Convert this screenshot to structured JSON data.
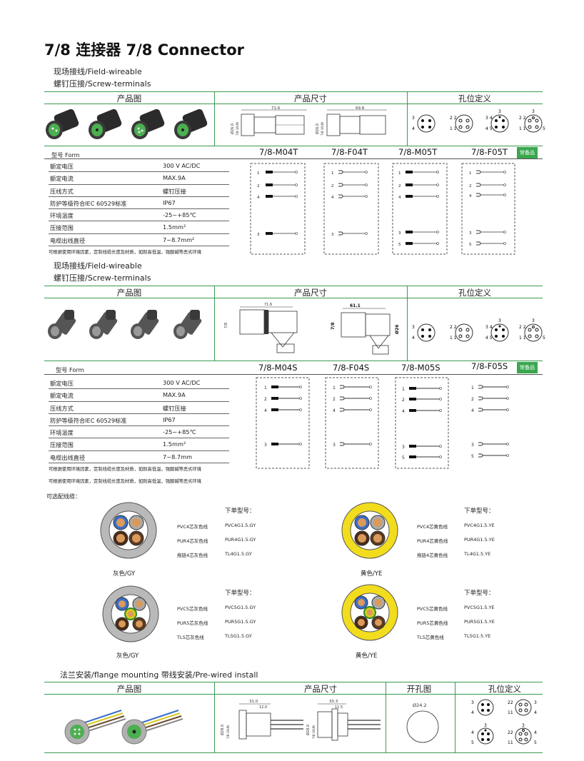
{
  "title": "7/8 连接器 7/8 Connector",
  "sections": {
    "s1": {
      "sub1": "现场接线/Field-wireable",
      "sub2": "螺钉压接/Screw-terminals",
      "hdr_product": "产品图",
      "hdr_size": "产品尺寸",
      "hdr_pins": "孔位定义",
      "dims": {
        "d1": "71.6",
        "d2": "69.8",
        "dia1": "Ø26.0",
        "dia2": "Ø26.0",
        "thread": "7/8-16UN"
      },
      "form_label": "型号  Form",
      "models": [
        "7/8-M04T",
        "7/8-F04T",
        "7/8-M05T",
        "7/8-F05T"
      ],
      "badge": "常备品"
    },
    "s2": {
      "sub1": "现场接线/Field-wireable",
      "sub2": "螺钉压接/Screw-terminals",
      "hdr_product": "产品图",
      "hdr_size": "产品尺寸",
      "hdr_pins": "孔位定义",
      "dims": {
        "d1": "71.6",
        "d2": "61.1",
        "thread": "7/8",
        "thread2": "7/8",
        "dia": "Ø26"
      },
      "form_label": "型号  Form",
      "models": [
        "7/8-M04S",
        "7/8-F04S",
        "7/8-M05S",
        "7/8-F05S"
      ],
      "badge": "常备品"
    }
  },
  "specs1": [
    {
      "k": "额定电压",
      "v": "300 V AC/DC"
    },
    {
      "k": "额定电流",
      "v": "MAX.9A"
    },
    {
      "k": "压线方式",
      "v": "螺钉压接"
    },
    {
      "k": "防护等级符合IEC 60529标准",
      "v": "IP67"
    },
    {
      "k": "环境温度",
      "v": "-25~+85℃"
    },
    {
      "k": "压接范围",
      "v": "1.5mm²"
    },
    {
      "k": "电缆出线直径",
      "v": "7~8.7mm²"
    }
  ],
  "specs2": [
    {
      "k": "额定电压",
      "v": "300 V AC/DC"
    },
    {
      "k": "额定电流",
      "v": "MAX.9A"
    },
    {
      "k": "压线方式",
      "v": "螺钉压接"
    },
    {
      "k": "防护等级符合IEC 60529标准",
      "v": "IP67"
    },
    {
      "k": "环境温度",
      "v": "-25~+85℃"
    },
    {
      "k": "压接范围",
      "v": "1.5mm²"
    },
    {
      "k": "电缆出线直径",
      "v": "7~8.7mm"
    }
  ],
  "note": "可根据使用环境因素，定制线缆长度及材质，如耐高低温，强酸碱等恶劣环境",
  "cables": {
    "title": "可选配线缆：",
    "order": "下单型号：",
    "gy4": {
      "rows": [
        [
          "PVC4芯灰色线",
          "PVC4G1.5.GY"
        ],
        [
          "PUR4芯灰色线",
          "PUR4G1.5.GY"
        ],
        [
          "拖链4芯灰色线",
          "TL4G1.5.GY"
        ]
      ],
      "cap": "灰色/GY"
    },
    "ye4": {
      "rows": [
        [
          "PVC4芯黄色线",
          "PVC4G1.5.YE"
        ],
        [
          "PUR4芯黄色线",
          "PUR4G1.5.YE"
        ],
        [
          "拖链4芯黄色线",
          "TL4G1.5.YE"
        ]
      ],
      "cap": "黄色/YE"
    },
    "gy5": {
      "rows": [
        [
          "PVC5芯灰色线",
          "PVC5G1.5.GY"
        ],
        [
          "PUR5芯灰色线",
          "PUR5G1.5.GY"
        ],
        [
          "TL5芯灰色线",
          "TL5G1.5.GY"
        ]
      ],
      "cap": "灰色/GY"
    },
    "ye5": {
      "rows": [
        [
          "PVC5芯黄色线",
          "PVC5G1.5.YE"
        ],
        [
          "PUR5芯黄色线",
          "PUR5G1.5.YE"
        ],
        [
          "TL5芯黄色线",
          "TL5G1.5.YE"
        ]
      ],
      "cap": "黄色/YE"
    }
  },
  "s3": {
    "sub": "法兰安装/flange mounting  带线安装/Pre-wired install",
    "hdr_product": "产品图",
    "hdr_size": "产品尺寸",
    "hdr_hole": "开孔图",
    "hdr_pins": "孔位定义",
    "dims": {
      "d1": "31.0",
      "d2": "30.3",
      "d3": "11.5",
      "d4": "12.0",
      "dia1": "Ø28.0",
      "thread": "7/8-16UN"
    },
    "hole_dia": "Ø24.2"
  },
  "colors": {
    "accent": "#3a9a4f",
    "badge": "#3aa74f",
    "grey_cable": "#b9b9b9",
    "yellow_cable": "#f2dc1e"
  }
}
